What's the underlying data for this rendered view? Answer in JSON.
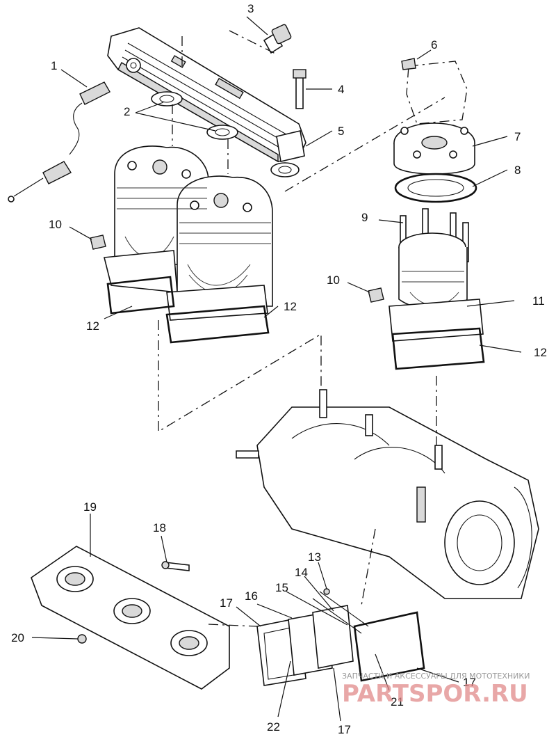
{
  "callouts": [
    "1",
    "2",
    "3",
    "4",
    "5",
    "6",
    "7",
    "8",
    "9",
    "10",
    "10",
    "11",
    "12",
    "12",
    "12",
    "13",
    "14",
    "15",
    "16",
    "17",
    "17",
    "17",
    "18",
    "19",
    "20",
    "21",
    "22"
  ],
  "watermark": {
    "tagline": "ЗАПЧАСТИ И АКСЕССУАРЫ ДЛЯ МОТОТЕХНИКИ",
    "brand": "PARTSPOR.RU"
  }
}
